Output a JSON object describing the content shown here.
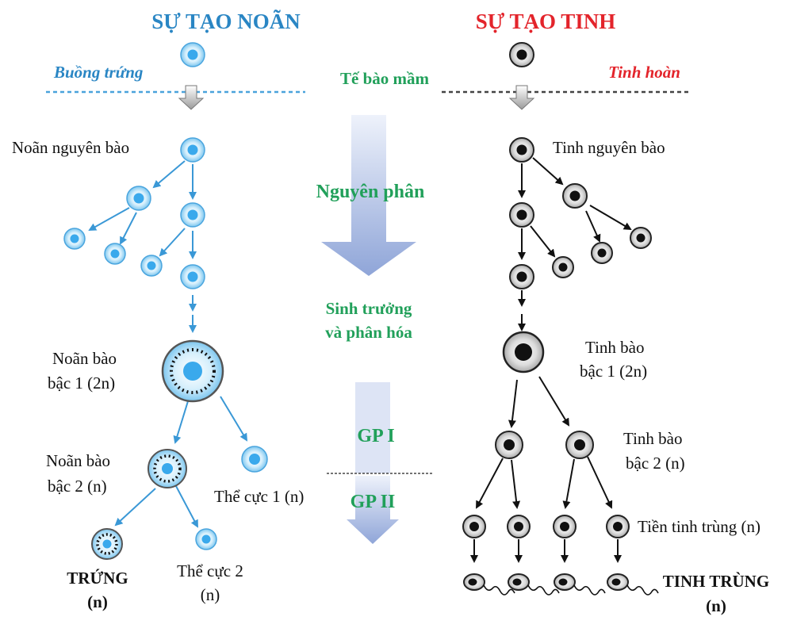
{
  "left": {
    "title": "SỰ TẠO NOÃN",
    "organ": "Buồng trứng",
    "oogonium": "Noãn nguyên bào",
    "primary_line1": "Noãn bào",
    "primary_line2": "bậc 1 (2n)",
    "secondary_line1": "Noãn bào",
    "secondary_line2": "bậc 2 (n)",
    "polar1": "Thể cực 1 (n)",
    "polar2_line1": "Thể cực 2",
    "polar2_line2": "(n)",
    "egg_line1": "TRỨNG",
    "egg_line2": "(n)"
  },
  "right": {
    "title": "SỰ TẠO TINH",
    "organ": "Tinh hoàn",
    "spermatogonium": "Tinh nguyên bào",
    "primary_line1": "Tinh bào",
    "primary_line2": "bậc 1 (2n)",
    "secondary_line1": "Tinh bào",
    "secondary_line2": "bậc 2 (n)",
    "spermatid": "Tiền tinh trùng (n)",
    "sperm_line1": "TINH TRÙNG",
    "sperm_line2": "(n)"
  },
  "center": {
    "germ_cell": "Tế bào mầm",
    "mitosis": "Nguyên phân",
    "growth_line1": "Sinh trưởng",
    "growth_line2": "và phân hóa",
    "meiosis1": "GP I",
    "meiosis2": "GP II"
  },
  "colors": {
    "oogenesis": "#2a86c4",
    "spermatogenesis": "#e3242b",
    "phase_text": "#21a05a",
    "blue_cell": "#3aa9ec",
    "gray_cell": "#d6d6d6"
  }
}
